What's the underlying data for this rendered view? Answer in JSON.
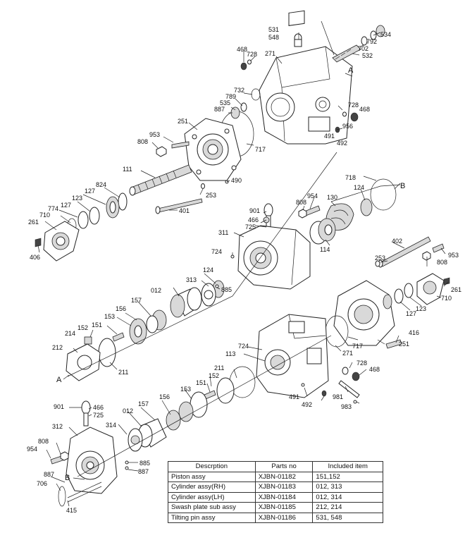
{
  "labels": {
    "l531": "531",
    "l548": "548",
    "l534": "534",
    "l792": "792",
    "l702": "702",
    "l532": "532",
    "l468a": "468",
    "l728a": "728",
    "l271a": "271",
    "lA1": "A",
    "l732": "732",
    "l789": "789",
    "l535": "535",
    "l887a": "887",
    "l728b": "728",
    "l468b": "468",
    "l251a": "251",
    "l953a": "953",
    "l808a": "808",
    "l717a": "717",
    "l956": "956",
    "l491a": "491",
    "l492a": "492",
    "l111": "111",
    "l490": "490",
    "l253a": "253",
    "l824": "824",
    "l127a": "127",
    "l123a": "123",
    "l774": "774",
    "l127b": "127",
    "l710a": "710",
    "l261a": "261",
    "l406": "406",
    "l401": "401",
    "l954a": "954",
    "l808b": "808",
    "l130": "130",
    "l124a": "124",
    "l718": "718",
    "lB1": "B",
    "l901a": "901",
    "l466a": "466",
    "l725a": "725",
    "l311": "311",
    "l724a": "724",
    "l114": "114",
    "l402": "402",
    "l253b": "253",
    "l953b": "953",
    "l808c": "808",
    "l261b": "261",
    "l124b": "124",
    "l313": "313",
    "l012a": "012",
    "l885a": "885",
    "l157a": "157",
    "l156a": "156",
    "l153a": "153",
    "l151a": "151",
    "l152a": "152",
    "l214": "214",
    "l212": "212",
    "l211a": "211",
    "lA2": "A",
    "l710b": "710",
    "l123b": "123",
    "l127c": "127",
    "l416": "416",
    "l251b": "251",
    "l717b": "717",
    "l271b": "271",
    "l724b": "724",
    "l113": "113",
    "l211b": "211",
    "l152b": "152",
    "l151b": "151",
    "l153b": "153",
    "l728c": "728",
    "l468c": "468",
    "l981": "981",
    "l491b": "491",
    "l492b": "492",
    "l983": "983",
    "l901b": "901",
    "l466b": "466",
    "l725b": "725",
    "l156b": "156",
    "l157b": "157",
    "l012b": "012",
    "l312": "312",
    "l314": "314",
    "l808d": "808",
    "l954b": "954",
    "l885b": "885",
    "l887b": "887",
    "l887c": "887",
    "lB2": "B",
    "l706": "706",
    "l415": "415"
  },
  "table": {
    "headers": [
      "Descrption",
      "Parts no",
      "Included item"
    ],
    "rows": [
      [
        "Piston  assy",
        "XJBN-01182",
        "151,152"
      ],
      [
        "Cylinder  assy(RH)",
        "XJBN-01183",
        "012, 313"
      ],
      [
        "Cylinder  assy(LH)",
        "XJBN-01184",
        "012, 314"
      ],
      [
        "Swash plate sub assy",
        "XJBN-01185",
        "212, 214"
      ],
      [
        "Tilting pin assy",
        "XJBN-01186",
        "531, 548"
      ]
    ]
  }
}
